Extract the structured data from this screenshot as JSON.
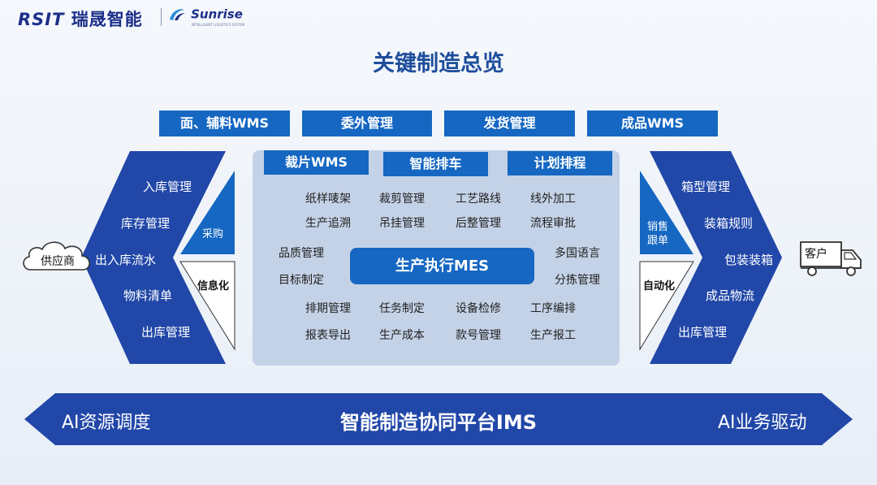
{
  "header": {
    "logo_rsit": "RSIT",
    "logo_rsit_cn": "瑞晟智能",
    "logo_sunrise": "Sunrise",
    "logo_sunrise_sub": "INTELLIGENT LOGISTICS SYSTEM"
  },
  "title": "关键制造总览",
  "top_modules": [
    "面、辅料WMS",
    "委外管理",
    "发货管理",
    "成品WMS"
  ],
  "center": {
    "modules": [
      "裁片WMS",
      "智能排车",
      "计划排程"
    ],
    "mes_label": "生产执行MES",
    "items_row1": [
      "纸样唛架",
      "裁剪管理",
      "工艺路线",
      "线外加工"
    ],
    "items_row2": [
      "生产追溯",
      "吊挂管理",
      "后整管理",
      "流程审批"
    ],
    "items_left": [
      "品质管理",
      "目标制定"
    ],
    "items_right": [
      "多国语言",
      "分拣管理"
    ],
    "items_row3": [
      "排期管理",
      "任务制定",
      "设备检修",
      "工序编排"
    ],
    "items_row4": [
      "报表导出",
      "生产成本",
      "款号管理",
      "生产报工"
    ]
  },
  "left": {
    "supplier": "供应商",
    "items": [
      "入库管理",
      "库存管理",
      "出入库流水",
      "物料清单",
      "出库管理"
    ],
    "purchase": "采购",
    "informatization": "信息化"
  },
  "right": {
    "customer": "客户",
    "items": [
      "箱型管理",
      "装箱规则",
      "包装装箱",
      "成品物流",
      "出库管理"
    ],
    "sales_follow": [
      "销售",
      "跟单"
    ],
    "automation": "自动化"
  },
  "bottom": {
    "left_label": "AI资源调度",
    "center_label": "智能制造协同平台IMS",
    "right_label": "AI业务驱动"
  },
  "colors": {
    "primary_blue": "#1567c2",
    "dark_blue": "#2147a8",
    "title_blue": "#1f4e9c",
    "panel_bg": "#c4d2e7"
  }
}
